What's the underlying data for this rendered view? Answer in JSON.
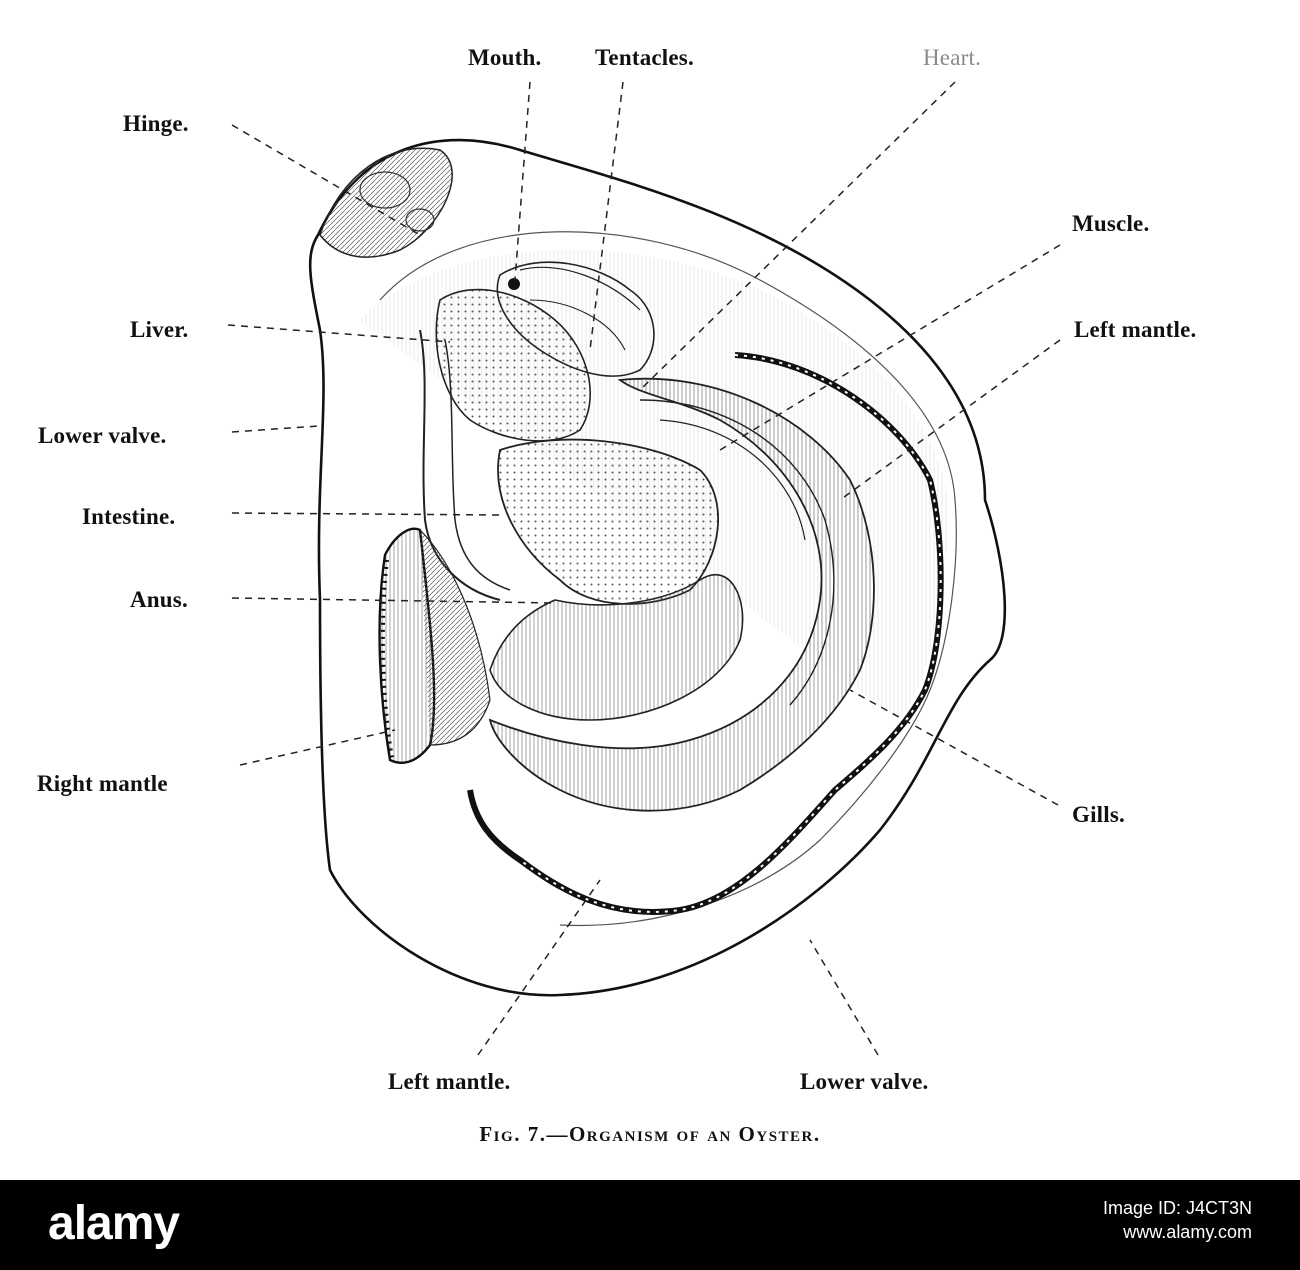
{
  "labels": {
    "mouth": "Mouth.",
    "tentacles": "Tentacles.",
    "heart": "Heart.",
    "hinge": "Hinge.",
    "muscle": "Muscle.",
    "liver": "Liver.",
    "left_mantle_top": "Left mantle.",
    "lower_valve_left": "Lower valve.",
    "intestine": "Intestine.",
    "anus": "Anus.",
    "right_mantle": "Right mantle",
    "gills": "Gills.",
    "left_mantle_bottom": "Left mantle.",
    "lower_valve_bottom": "Lower valve."
  },
  "caption": "Fig. 7.—Organism of an Oyster.",
  "footer": {
    "brand": "alamy",
    "image_id": "Image ID: J4CT3N",
    "site": "www.alamy.com"
  }
}
